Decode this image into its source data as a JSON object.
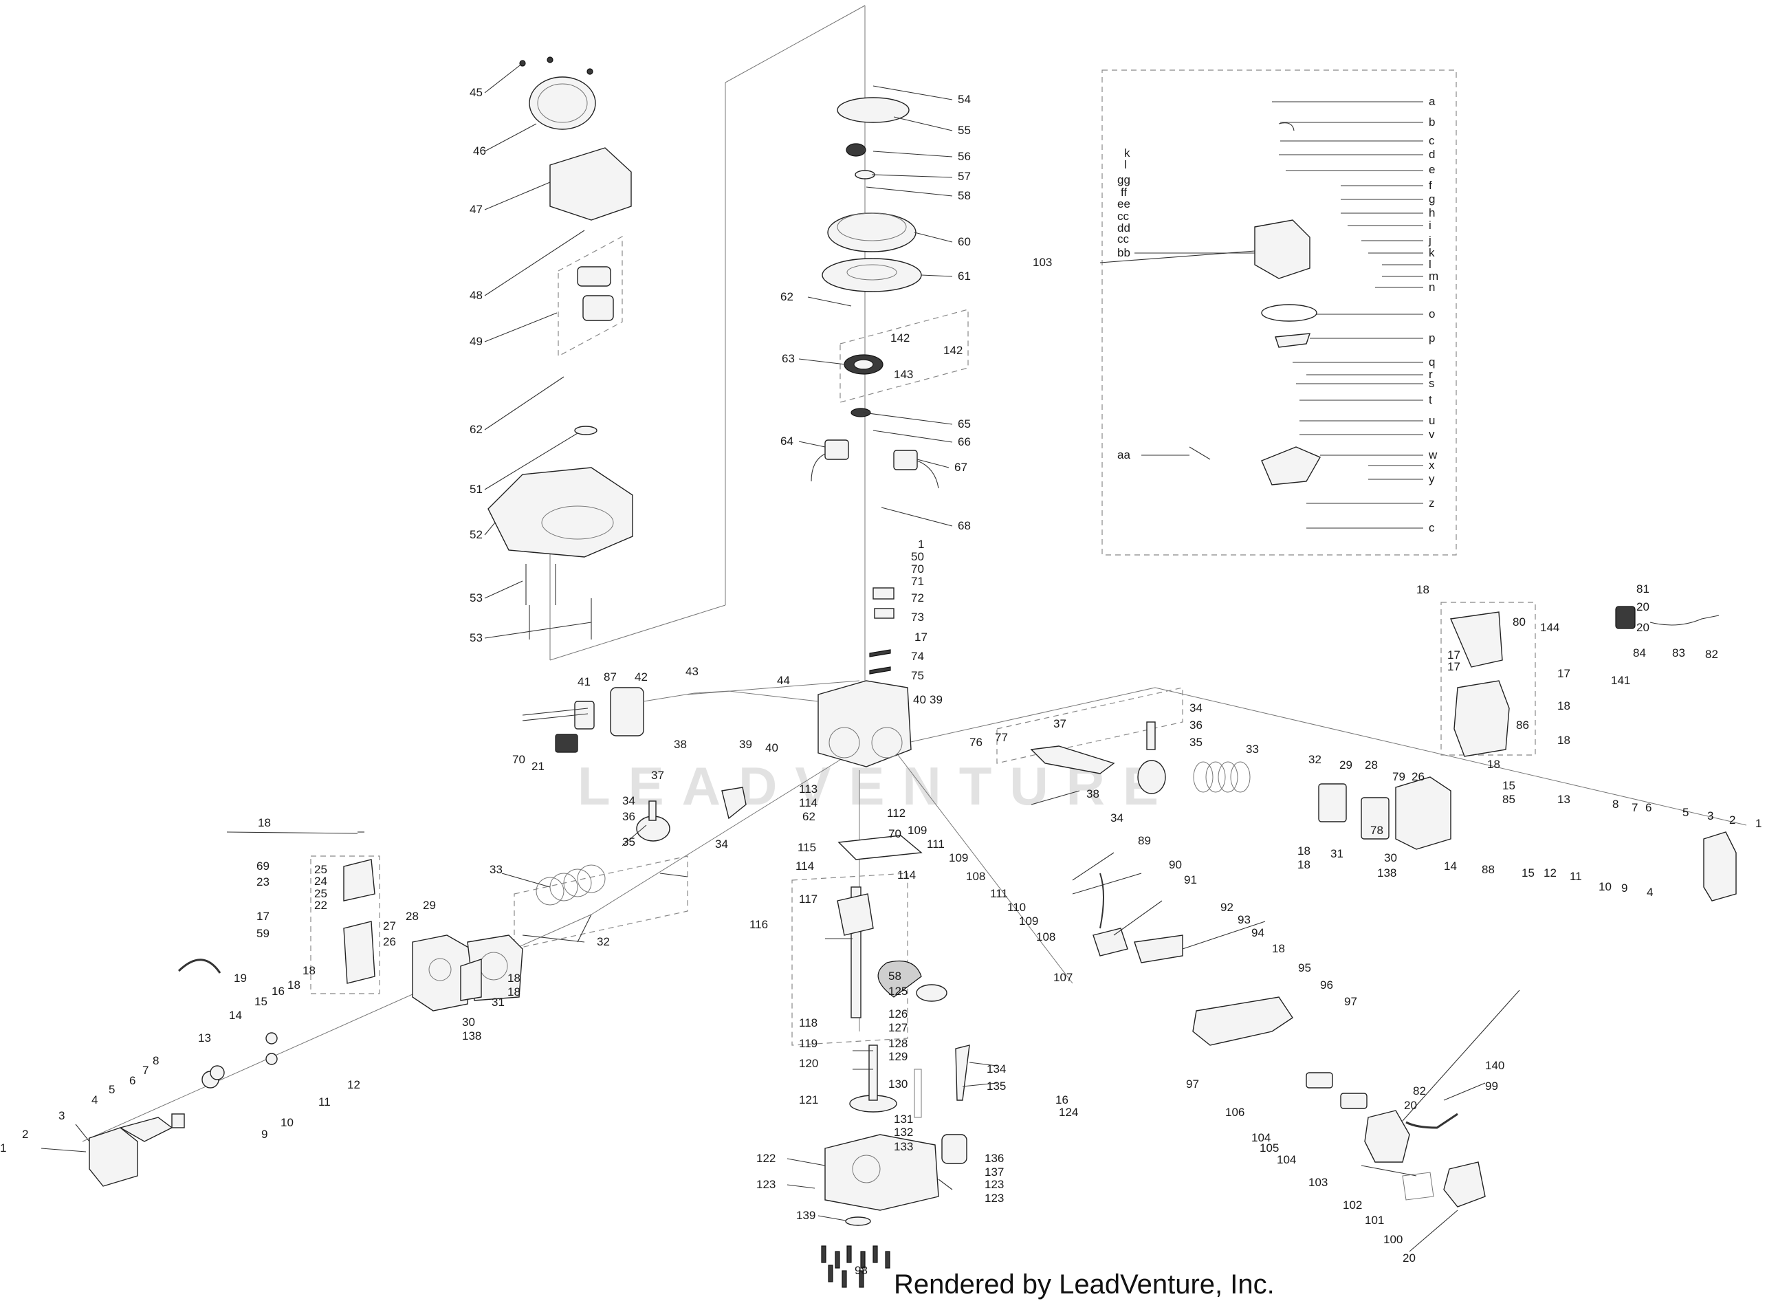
{
  "footer": {
    "credit": "Rendered by LeadVenture, Inc."
  },
  "watermark": {
    "text": "LEADVENTURE"
  },
  "callouts": {
    "a": "a",
    "b": "b",
    "c": "c",
    "d": "d",
    "e": "e",
    "f": "f",
    "g": "g",
    "h": "h",
    "i": "i",
    "j": "j",
    "k": "k",
    "l": "l",
    "m": "m",
    "n": "n",
    "o": "o",
    "p": "p",
    "q": "q",
    "r": "r",
    "s": "s",
    "t": "t",
    "u": "u",
    "v": "v",
    "w": "w",
    "x": "x",
    "y": "y",
    "z": "z",
    "aa": "aa",
    "bb": "bb",
    "cc": "cc",
    "dd": "dd",
    "ee": "ee",
    "ff": "ff",
    "gg": "gg",
    "n1": "1",
    "n2": "2",
    "n3": "3",
    "n4": "4",
    "n5": "5",
    "n6": "6",
    "n7": "7",
    "n8": "8",
    "n9": "9",
    "n10": "10",
    "n11": "11",
    "n12": "12",
    "n13": "13",
    "n14": "14",
    "n15": "15",
    "n16": "16",
    "n17": "17",
    "n18": "18",
    "n19": "19",
    "n20": "20",
    "n21": "21",
    "n22": "22",
    "n23": "23",
    "n24": "24",
    "n25": "25",
    "n26": "26",
    "n27": "27",
    "n28": "28",
    "n29": "29",
    "n30": "30",
    "n31": "31",
    "n32": "32",
    "n33": "33",
    "n34": "34",
    "n35": "35",
    "n36": "36",
    "n37": "37",
    "n38": "38",
    "n39": "39",
    "n40": "40",
    "n41": "41",
    "n42": "42",
    "n43": "43",
    "n44": "44",
    "n45": "45",
    "n46": "46",
    "n47": "47",
    "n48": "48",
    "n49": "49",
    "n50": "50",
    "n51": "51",
    "n52": "52",
    "n53": "53",
    "n54": "54",
    "n55": "55",
    "n56": "56",
    "n57": "57",
    "n58": "58",
    "n59": "59",
    "n60": "60",
    "n61": "61",
    "n62": "62",
    "n63": "63",
    "n64": "64",
    "n65": "65",
    "n66": "66",
    "n67": "67",
    "n68": "68",
    "n69": "69",
    "n70": "70",
    "n71": "71",
    "n72": "72",
    "n73": "73",
    "n74": "74",
    "n75": "75",
    "n76": "76",
    "n77": "77",
    "n78": "78",
    "n79": "79",
    "n80": "80",
    "n81": "81",
    "n82": "82",
    "n83": "83",
    "n84": "84",
    "n85": "85",
    "n86": "86",
    "n87": "87",
    "n88": "88",
    "n89": "89",
    "n90": "90",
    "n91": "91",
    "n92": "92",
    "n93": "93",
    "n94": "94",
    "n95": "95",
    "n96": "96",
    "n97": "97",
    "n98": "98",
    "n99": "99",
    "n100": "100",
    "n101": "101",
    "n102": "102",
    "n103": "103",
    "n104": "104",
    "n105": "105",
    "n106": "106",
    "n107": "107",
    "n108": "108",
    "n109": "109",
    "n110": "110",
    "n111": "111",
    "n112": "112",
    "n113": "113",
    "n114": "114",
    "n115": "115",
    "n116": "116",
    "n117": "117",
    "n118": "118",
    "n119": "119",
    "n120": "120",
    "n121": "121",
    "n122": "122",
    "n123": "123",
    "n124": "124",
    "n125": "125",
    "n126": "126",
    "n127": "127",
    "n128": "128",
    "n129": "129",
    "n130": "130",
    "n131": "131",
    "n132": "132",
    "n133": "133",
    "n134": "134",
    "n135": "135",
    "n136": "136",
    "n137": "137",
    "n138": "138",
    "n139": "139",
    "n140": "140",
    "n141": "141",
    "n142": "142",
    "n143": "143",
    "n144": "144"
  }
}
